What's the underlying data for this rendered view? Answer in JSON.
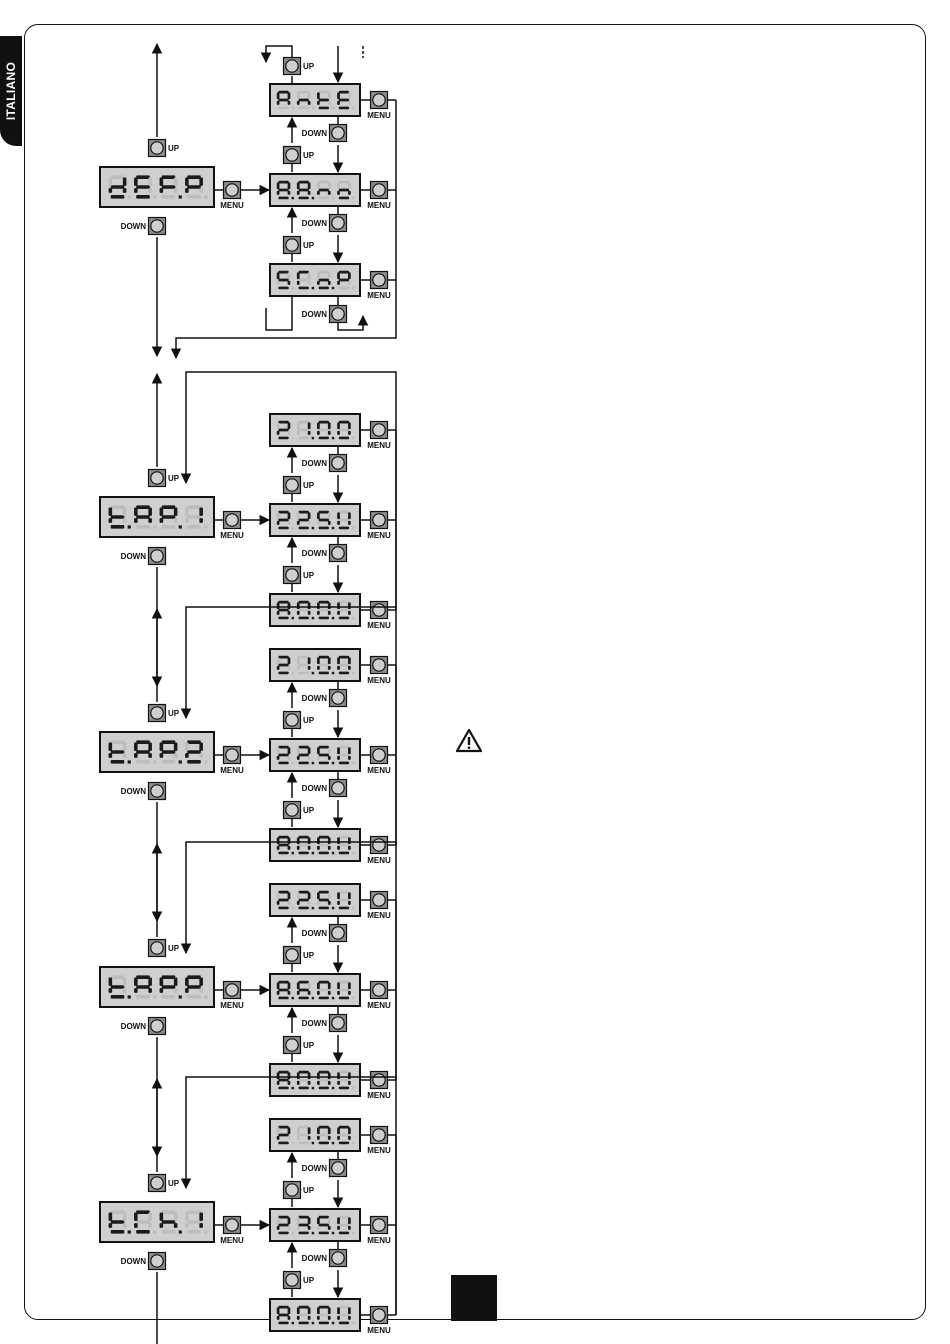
{
  "language_tab": "ITALIANO",
  "labels": {
    "up": "UP",
    "down": "DOWN",
    "menu": "MENU"
  },
  "warning_icon": "warning-triangle-icon",
  "groups": [
    {
      "name": "def-p",
      "main": "dEF.P",
      "options": [
        "AntE",
        "8.8.no",
        "SC.o.P"
      ],
      "nav": "cycle"
    },
    {
      "name": "tap1",
      "main": "t.AP.1",
      "options": [
        "21.0.0",
        "22.5.V",
        "8.0.0.V"
      ],
      "nav": "chain"
    },
    {
      "name": "tap2",
      "main": "t.AP.2",
      "options": [
        "21.0.0",
        "22.5.V",
        "8.0.0.V"
      ],
      "nav": "chain"
    },
    {
      "name": "tapp",
      "main": "t.AP.P",
      "options": [
        "22.5.V",
        "8.6.0.V",
        "8.0.0.V"
      ],
      "nav": "chain"
    },
    {
      "name": "tch1",
      "main": "t.Ch.1",
      "options": [
        "21.0.0",
        "23.5.V",
        "8.0.0.V"
      ],
      "nav": "chain"
    }
  ]
}
